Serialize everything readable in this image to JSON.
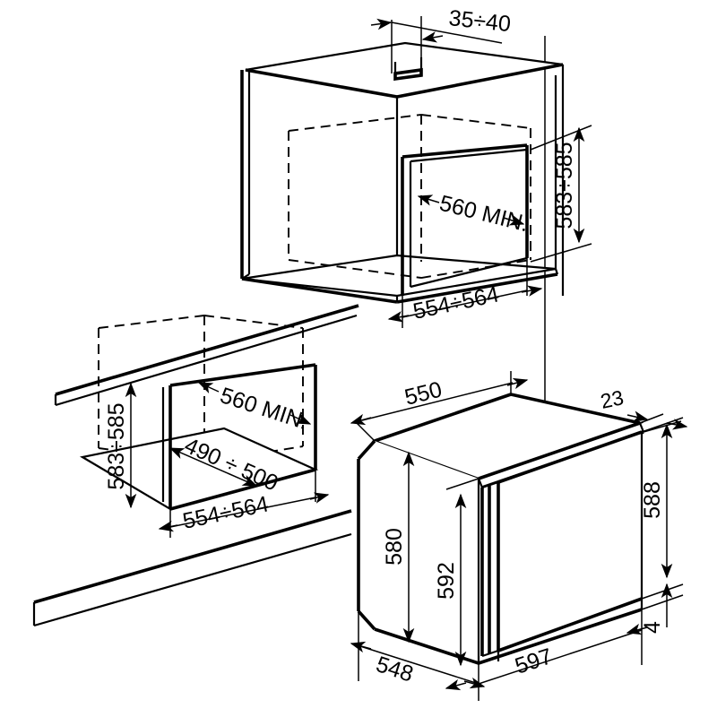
{
  "drawing": {
    "title": "Built-in oven installation dimension drawing",
    "units": "mm",
    "style": "isometric line drawing, black on white",
    "line_color": "#000000",
    "background_color": "#ffffff",
    "views": [
      {
        "name": "upper-cabinet-niche",
        "description": "Tall housing unit niche with hidden oven cavity shown dashed"
      },
      {
        "name": "lower-cabinet-niche",
        "description": "Under-worktop niche with hidden oven cavity shown dashed"
      },
      {
        "name": "oven-unit",
        "description": "Built-in oven appliance body with door"
      }
    ]
  },
  "dimensions": {
    "upper_gap_top": "35÷40",
    "upper_cavity_depth": "560 MIN.",
    "upper_niche_height": "583÷585",
    "upper_niche_width": "554÷564",
    "lower_cavity_depth": "560 MIN.",
    "lower_niche_height": "583÷585",
    "lower_niche_width": "554÷564",
    "lower_niche_depth": "490 ÷ 500",
    "oven_depth_top": "550",
    "oven_door_thickness": "23",
    "oven_body_height": "580",
    "oven_front_height": "592",
    "oven_side_height": "588",
    "oven_foot_offset": "4",
    "oven_body_width": "548",
    "oven_front_width": "597"
  }
}
